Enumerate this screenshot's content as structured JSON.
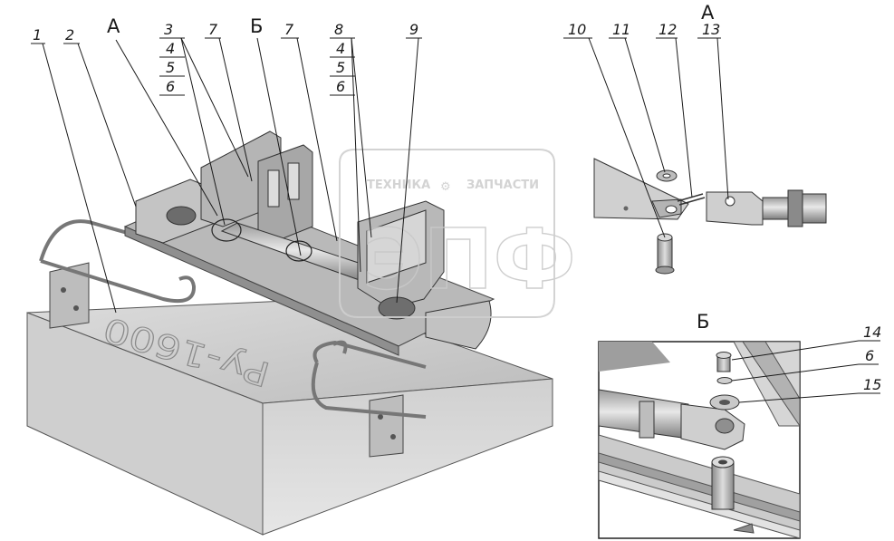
{
  "views": {
    "view_a_main": "А",
    "view_b_main": "Б",
    "view_a_detail": "А",
    "view_b_detail": "Б"
  },
  "callouts": {
    "c1": "1",
    "c2": "2",
    "c3": "3",
    "c4a": "4",
    "c5a": "5",
    "c6a": "6",
    "c7a": "7",
    "c7b": "7",
    "c8": "8",
    "c4b": "4",
    "c5b": "5",
    "c6b": "6",
    "c9": "9",
    "c10": "10",
    "c11": "11",
    "c12": "12",
    "c13": "13",
    "c14": "14",
    "c6c": "6",
    "c15": "15"
  },
  "body_marking": "Ру-1600",
  "watermark": {
    "top_left": "ТЕХНИКА",
    "top_right": "ЗАПЧАСТИ",
    "logo": "ЭПФ"
  },
  "colors": {
    "line": "#1a1a1a",
    "steel_light": "#d9d9d9",
    "steel_mid": "#a9a9a9",
    "steel_dark": "#6f6f6f",
    "watermark": "#c9c9c9"
  }
}
